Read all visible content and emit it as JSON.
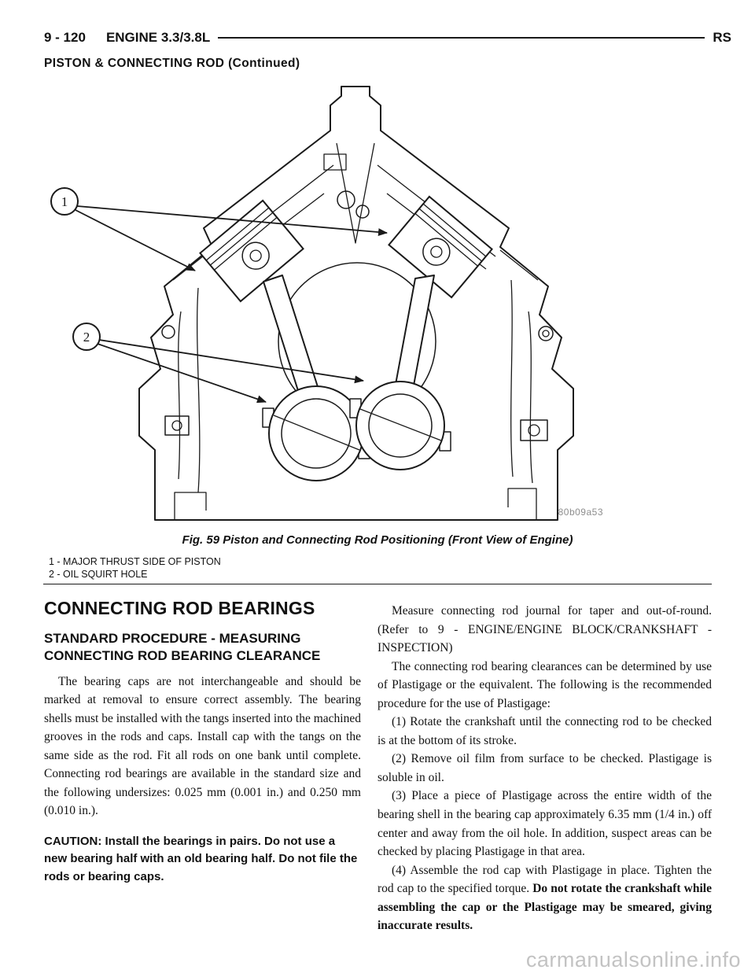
{
  "header": {
    "page_number": "9 - 120",
    "section": "ENGINE 3.3/3.8L",
    "model_code": "RS",
    "continued": "PISTON & CONNECTING ROD (Continued)"
  },
  "figure": {
    "caption": "Fig. 59 Piston and Connecting Rod Positioning (Front View of Engine)",
    "image_code": "80b09a53",
    "callout1": "1",
    "callout2": "2",
    "legend": [
      "1 - MAJOR THRUST SIDE OF PISTON",
      "2 - OIL SQUIRT HOLE"
    ]
  },
  "left_column": {
    "heading": "CONNECTING ROD BEARINGS",
    "subheading": "STANDARD PROCEDURE - MEASURING CONNECTING ROD BEARING CLEARANCE",
    "body": "The bearing caps are not interchangeable and should be marked at removal to ensure correct assembly. The bearing shells must be installed with the tangs inserted into the machined grooves in the rods and caps. Install cap with the tangs on the same side as the rod. Fit all rods on one bank until complete. Connecting rod bearings are available in the standard size and the following undersizes: 0.025 mm (0.001 in.) and 0.250 mm (0.010 in.).",
    "caution": "CAUTION: Install the bearings in pairs. Do not use a new bearing half with an old bearing half. Do not file the rods or bearing caps."
  },
  "right_column": {
    "para1": "Measure connecting rod journal for taper and out-of-round. (Refer to 9 - ENGINE/ENGINE BLOCK/CRANKSHAFT - INSPECTION)",
    "para2": "The connecting rod bearing clearances can be determined by use of Plastigage or the equivalent. The following is the recommended procedure for the use of Plastigage:",
    "step1": "(1) Rotate the crankshaft until the connecting rod to be checked is at the bottom of its stroke.",
    "step2": "(2) Remove oil film from surface to be checked. Plastigage is soluble in oil.",
    "step3": "(3) Place a piece of Plastigage across the entire width of the bearing shell in the bearing cap approximately 6.35 mm (1/4 in.) off center and away from the oil hole. In addition, suspect areas can be checked by placing Plastigage in that area.",
    "step4_normal": "(4) Assemble the rod cap with Plastigage in place. Tighten the rod cap to the specified torque. ",
    "step4_bold": "Do not rotate the crankshaft while assembling the cap or the Plastigage may be smeared, giving inaccurate results."
  },
  "watermark": "carmanualsonline.info"
}
